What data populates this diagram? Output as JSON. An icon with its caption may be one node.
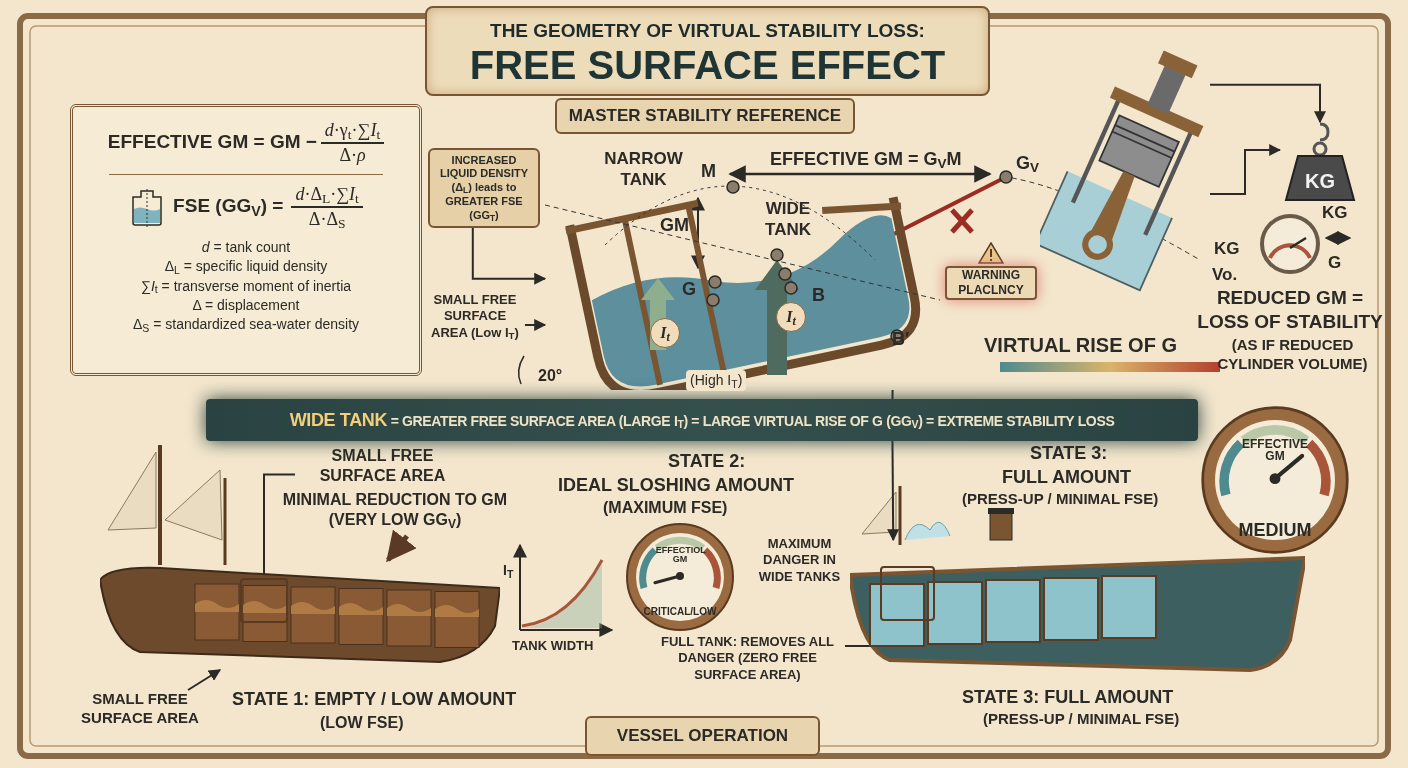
{
  "diagram": {
    "nodes": [
      {
        "text": [
          "THE GEOMETRY OF VIRTUAL STABILITY LOSS:",
          "FREE SURFACE EFFECT"
        ]
      },
      {
        "text": [
          "MASTER STABILITY REFERENCE"
        ]
      },
      {
        "text": [
          "EFFECTIVE GM = GM −",
          "*d*·γ$_{t}$·∑*I*$_{t}$",
          "Δ·*ρ*",
          "FSE (GG$_{V}$) =",
          "*d*·Δ$_{L}$·∑*I*$_{t}$",
          "Δ·Δ$_{S}$",
          "*d* = tank count",
          "Δ$_{L}$ = specific liquid density",
          "∑*I*$_{t}$ = transverse moment of inertia",
          "Δ = displacement",
          "Δ$_{S}$ = standardized sea-water density"
        ]
      },
      {
        "text": [
          "INCREASED LIQUID DENSITY (Δ$_{L}$) leads to GREATER FSE (GG$_{T}$)"
        ]
      },
      {
        "text": [],
        "shape": "picture"
      },
      {
        "text": [
          "SMALL FREE SURFACE AREA (Low I$_{T}$)"
        ]
      },
      {
        "text": [
          "WARNING PLACLNCY"
        ]
      },
      {
        "text": [],
        "shape": "picture"
      },
      {
        "text": [
          "KG"
        ]
      },
      {
        "text": [
          "**WIDE TANK** = GREATER FREE SURFACE AREA (LARGE I$_{T}$) = LARGE VIRTUAL RISE OF G (GG$_{V}$) = EXTREME STABILITY LOSS"
        ]
      },
      {
        "text": [],
        "shape": "picture"
      },
      {
        "text": [],
        "shape": "box",
        "in": 10
      },
      {
        "text": [
          "SMALL FREE SURFACE AREA"
        ]
      },
      {
        "text": [
          "MINIMAL REDUCTION TO GM (VERY LOW GG$_{V}$)"
        ]
      },
      {
        "text": [
          "SMALL FREE SURFACE AREA"
        ]
      },
      {
        "text": [
          "EFFECTIOL GM",
          "CRITICAL/LOW"
        ]
      },
      {
        "text": [],
        "shape": "picture"
      },
      {
        "text": [],
        "shape": "box",
        "in": 16
      },
      {
        "text": [
          "FULL TANK: REMOVES ALL DANGER (ZERO FREE SURFACE AREA)"
        ]
      },
      {
        "text": [
          "EFFECTIVE GM",
          "MEDIUM"
        ]
      },
      {
        "text": [
          "VESSEL OPERATION"
        ]
      }
    ],
    "edges": [
      {
        "from": 3,
        "to": 4,
        "arrow": "to"
      },
      {
        "from": 5,
        "to": 4,
        "arrow": "to"
      },
      {
        "from": 7,
        "to": 8,
        "arrow": "to"
      },
      {
        "from": 7,
        "to": 8,
        "arrow": "to"
      },
      {
        "from": 12,
        "to": 11,
        "arrow": "none"
      },
      {
        "from": 13,
        "to": 10,
        "arrow": "to",
        "style": "thick",
        "color": "#5a3a26"
      },
      {
        "from": 14,
        "to": 10,
        "arrow": "to"
      },
      {
        "from": 18,
        "to": 17,
        "arrow": "none"
      },
      {
        "from": 4,
        "to": 9,
        "arrow": "none"
      },
      {
        "from": 9,
        "to": 16,
        "arrow": "to"
      }
    ],
    "labels": [
      "NARROW TANK",
      "M",
      "GM",
      "WIDE TANK",
      "G",
      "B",
      "B′",
      "G$_{V}$",
      "EFFECTIVE GM = G$_{V}$M",
      "I$_{t}$",
      "I$_{t}$",
      "(High I$_{T}$)",
      "20°",
      "VIRTUAL RISE OF G",
      "KG",
      "Vo.",
      "KG",
      "G",
      "REDUCED GM = LOSS OF STABILITY",
      "(AS IF REDUCED CYLINDER VOLUME)",
      "I$_{T}$",
      "TANK WIDTH",
      "STATE 1: EMPTY / LOW AMOUNT",
      "(LOW FSE)",
      "STATE 2:",
      "IDEAL SLOSHING AMOUNT",
      "(MAXIMUM FSE)",
      "MAXIMUM DANGER IN WIDE TANKS",
      "STATE 3:",
      "FULL AMOUNT",
      "(PRESS-UP / MINIMAL FSE)",
      "STATE 3: FULL AMOUNT",
      "(PRESS-UP / MINIMAL FSE)"
    ]
  }
}
